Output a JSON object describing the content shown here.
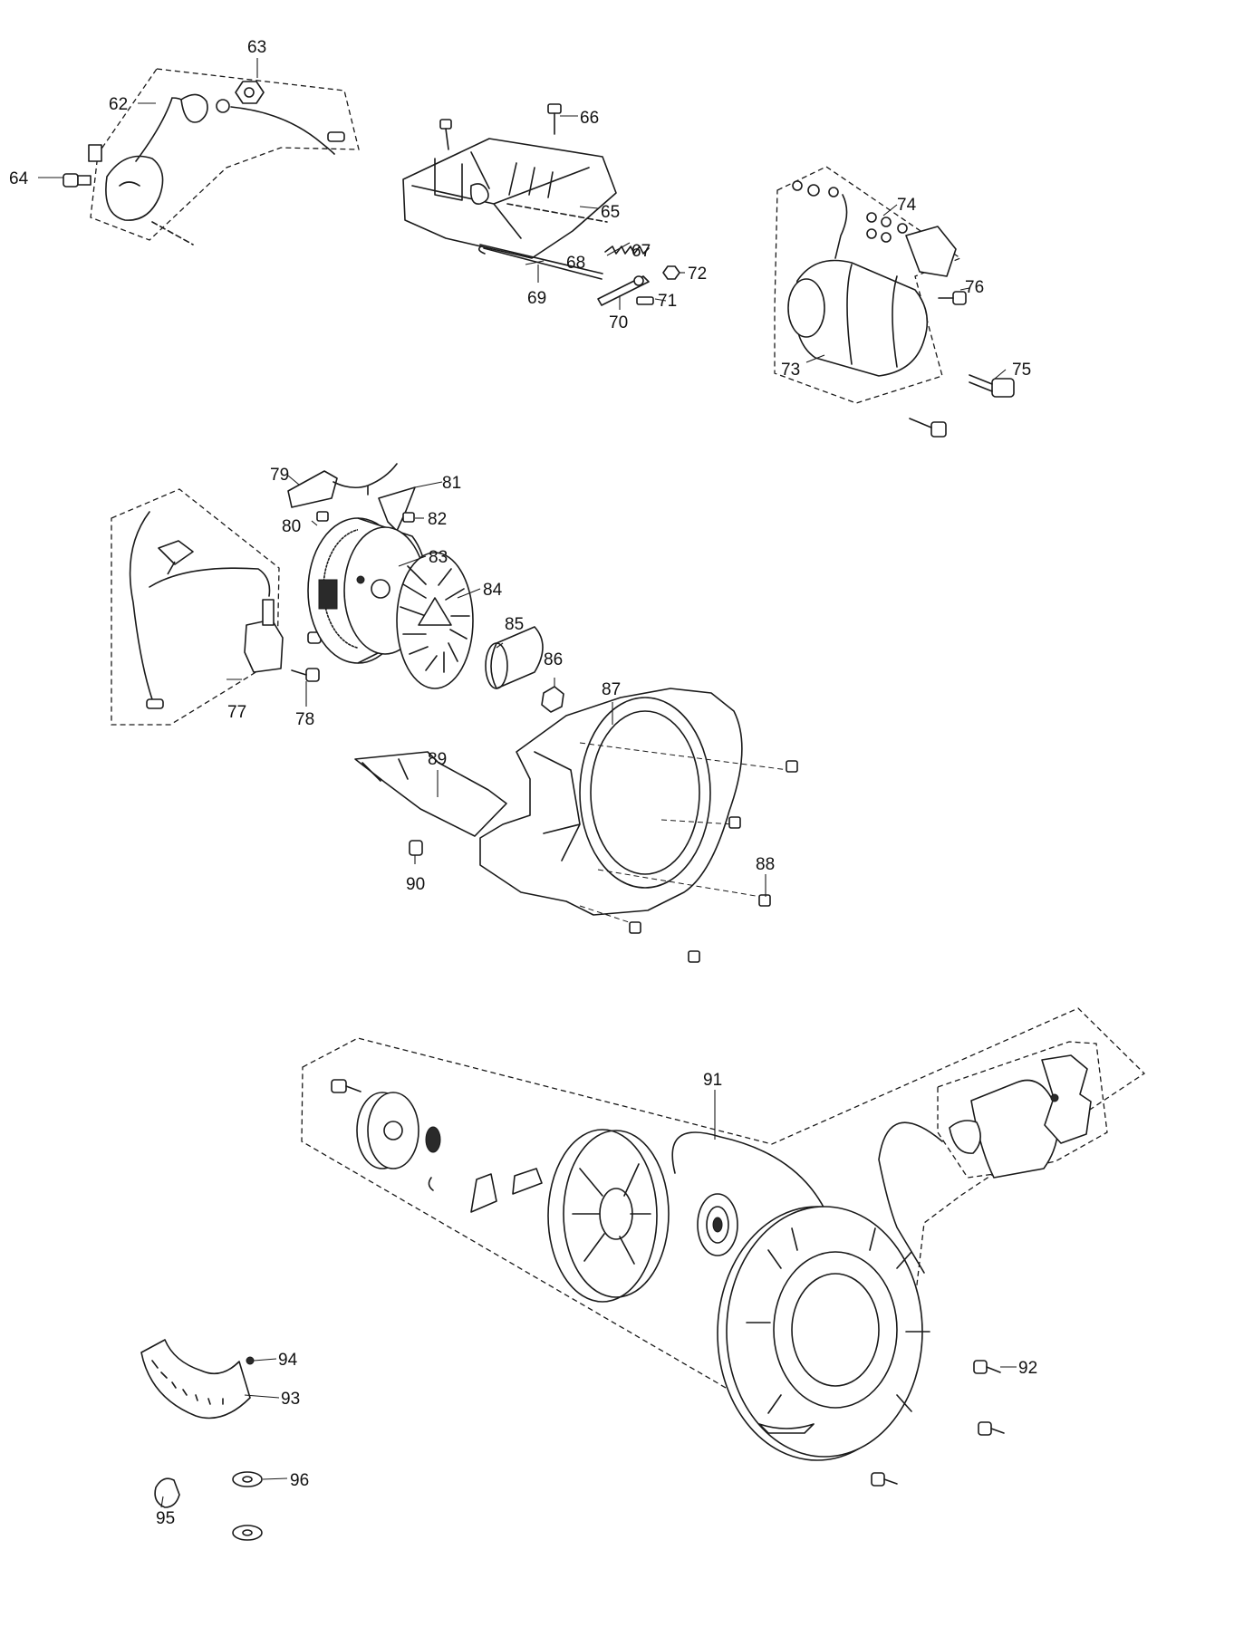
{
  "labels": {
    "l62": "62",
    "l63": "63",
    "l64": "64",
    "l65": "65",
    "l66": "66",
    "l67": "67",
    "l68": "68",
    "l69": "69",
    "l70": "70",
    "l71": "71",
    "l72": "72",
    "l73": "73",
    "l74": "74",
    "l75": "75",
    "l76": "76",
    "l77": "77",
    "l78": "78",
    "l79": "79",
    "l80": "80",
    "l81": "81",
    "l82": "82",
    "l83": "83",
    "l84": "84",
    "l85": "85",
    "l86": "86",
    "l87": "87",
    "l88": "88",
    "l89": "89",
    "l90": "90",
    "l91": "91",
    "l92": "92",
    "l93": "93",
    "l94": "94",
    "l95": "95",
    "l96": "96"
  },
  "colors": {
    "ink": "#1a1a1a",
    "background": "#ffffff",
    "shade": "#cfcfcf"
  }
}
